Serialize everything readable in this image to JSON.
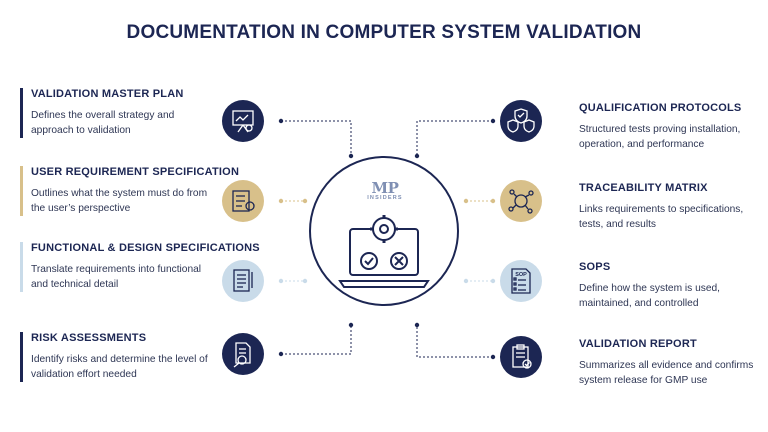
{
  "title": "DOCUMENTATION IN COMPUTER SYSTEM VALIDATION",
  "colors": {
    "navy": "#1c2653",
    "gold": "#d8c08a",
    "light_blue": "#c9dbe9"
  },
  "logo": {
    "mark": "MP",
    "sub": "INSIDERS"
  },
  "center": {
    "icon": "laptop-gear-check-cross-icon"
  },
  "left_items": [
    {
      "heading": "VALIDATION MASTER PLAN",
      "description": "Defines the overall strategy and approach to validation",
      "icon": "presentation-board-gear-icon",
      "color": "navy"
    },
    {
      "heading": "USER REQUIREMENT SPECIFICATION",
      "description": "Outlines what the system must do from the user’s perspective",
      "icon": "checklist-gear-icon",
      "color": "gold"
    },
    {
      "heading": "FUNCTIONAL & DESIGN SPECIFICATIONS",
      "description": "Translate requirements into functional and technical detail",
      "icon": "document-pen-icon",
      "color": "light_blue"
    },
    {
      "heading": "RISK ASSESSMENTS",
      "description": "Identify risks and determine the level of validation effort needed",
      "icon": "document-magnifier-icon",
      "color": "navy"
    }
  ],
  "right_items": [
    {
      "heading": "QUALIFICATION PROTOCOLS",
      "description": "Structured tests proving installation, operation, and performance",
      "icon": "shields-check-icon",
      "color": "navy"
    },
    {
      "heading": "TRACEABILITY MATRIX",
      "description": "Links requirements to specifications, tests, and results",
      "icon": "network-nodes-icon",
      "color": "gold"
    },
    {
      "heading": "SOPS",
      "description": "Define how the system is used, maintained, and controlled",
      "icon": "sop-document-icon",
      "color": "light_blue",
      "icon_text": "SOP"
    },
    {
      "heading": "VALIDATION REPORT",
      "description": "Summarizes all evidence and confirms system release for GMP use",
      "icon": "clipboard-check-icon",
      "color": "navy"
    }
  ]
}
